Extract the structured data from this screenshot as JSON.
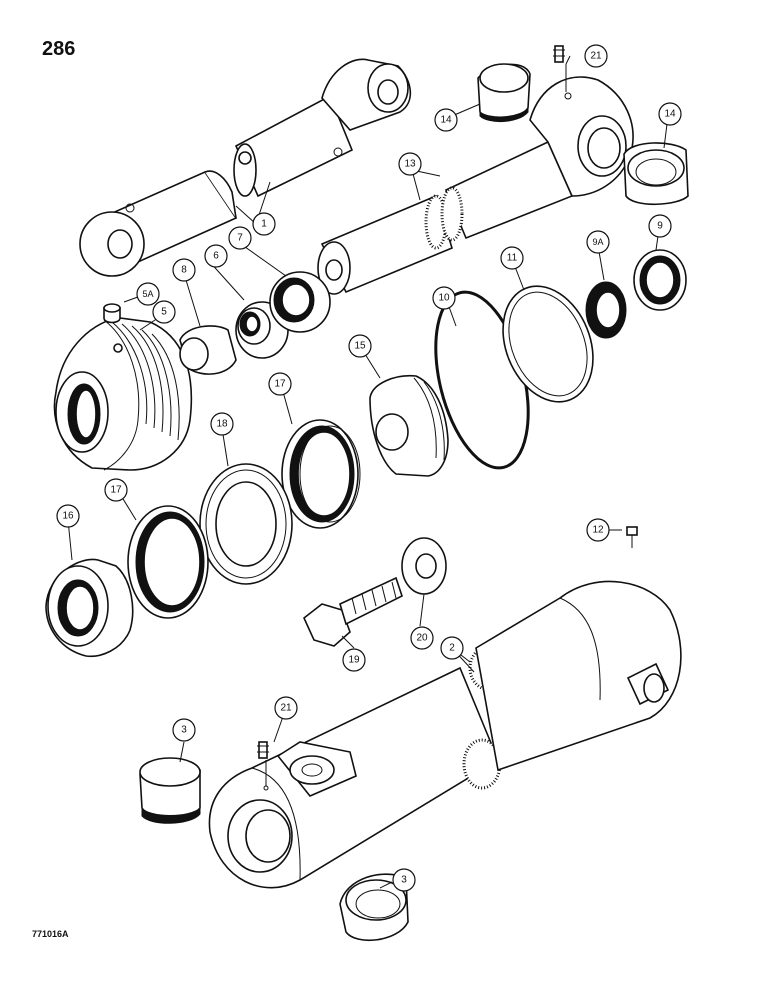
{
  "page_number": "286",
  "drawing_number": "771016A",
  "callouts": {
    "c1": "1",
    "c2": "2",
    "c3a": "3",
    "c3b": "3",
    "c5": "5",
    "c5a": "5A",
    "c6": "6",
    "c7": "7",
    "c8": "8",
    "c9": "9",
    "c9a": "9A",
    "c10": "10",
    "c11": "11",
    "c12": "12",
    "c13": "13",
    "c14a": "14",
    "c14b": "14",
    "c15": "15",
    "c16": "16",
    "c17a": "17",
    "c17b": "17",
    "c18": "18",
    "c19": "19",
    "c20": "20",
    "c21a": "21",
    "c21b": "21"
  }
}
